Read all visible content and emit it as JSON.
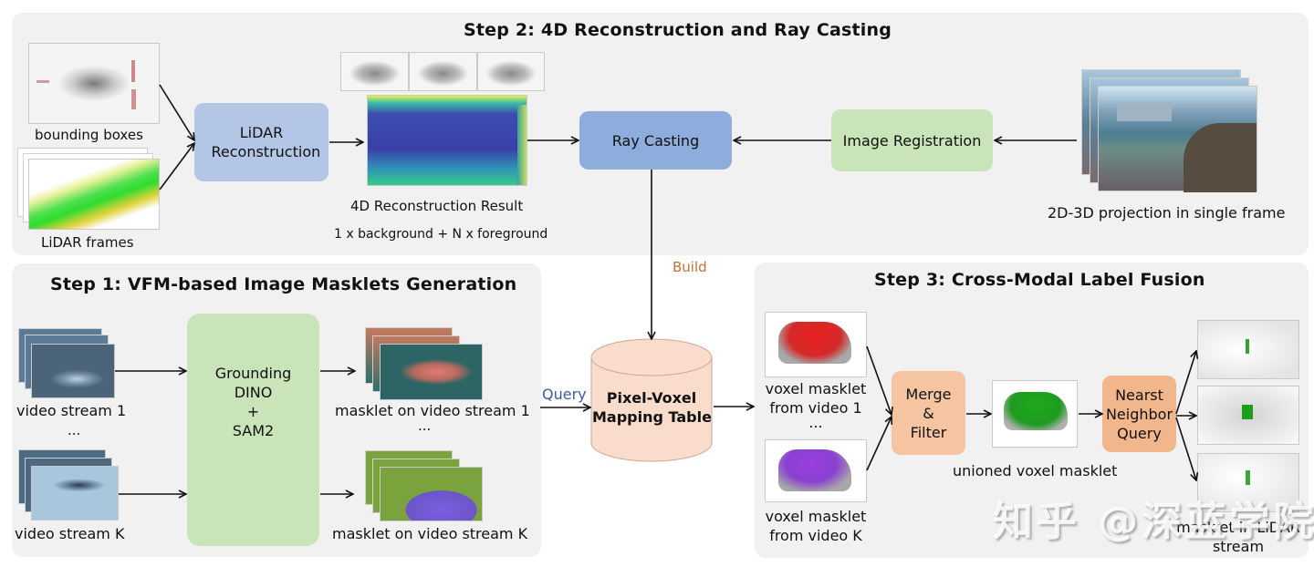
{
  "step2": {
    "title": "Step 2: 4D Reconstruction and Ray Casting",
    "inputs": {
      "bounding_boxes": "bounding boxes",
      "lidar_frames": "LiDAR frames"
    },
    "lidar_reconstruction": "LiDAR Reconstruction",
    "result_label": "4D Reconstruction Result",
    "result_sublabel": "1 x background + N x foreground",
    "ray_casting": "Ray Casting",
    "image_registration": "Image Registration",
    "projection_label": "2D-3D projection in single frame"
  },
  "step1": {
    "title": "Step 1: VFM-based Image Masklets Generation",
    "video_stream_1": "video stream 1",
    "video_stream_k": "video stream K",
    "ellipsis": "...",
    "model_lines": [
      "Grounding",
      "DINO",
      "+",
      "SAM2"
    ],
    "masklet_1": "masklet on video stream 1",
    "masklet_k": "masklet on video stream K"
  },
  "center": {
    "build_label": "Build",
    "query_label": "Query",
    "table_lines": [
      "Pixel-Voxel",
      "Mapping Table"
    ]
  },
  "step3": {
    "title": "Step 3: Cross-Modal Label Fusion",
    "voxel_1": [
      "voxel masklet",
      "from video 1"
    ],
    "voxel_k": [
      "voxel masklet",
      "from video K"
    ],
    "ellipsis": "...",
    "merge_lines": [
      "Merge",
      "&",
      "Filter"
    ],
    "unioned_label": "unioned voxel masklet",
    "nn_lines": [
      "Nearst",
      "Neighbor",
      "Query"
    ],
    "lidar_masklet": [
      "masklet in LiDAR",
      "stream"
    ]
  },
  "watermark": "知乎 @深蓝学院",
  "colors": {
    "panel_bg": "#f1f1f1",
    "lidar_recon_box": "#b3c6e6",
    "ray_casting_box": "#8eacdc",
    "green_box": "#c9e4b9",
    "orange_box": "#f5c4a1",
    "build_text": "#c0703a",
    "query_text": "#3b5b9a",
    "table_fill": "#f9dccb"
  }
}
